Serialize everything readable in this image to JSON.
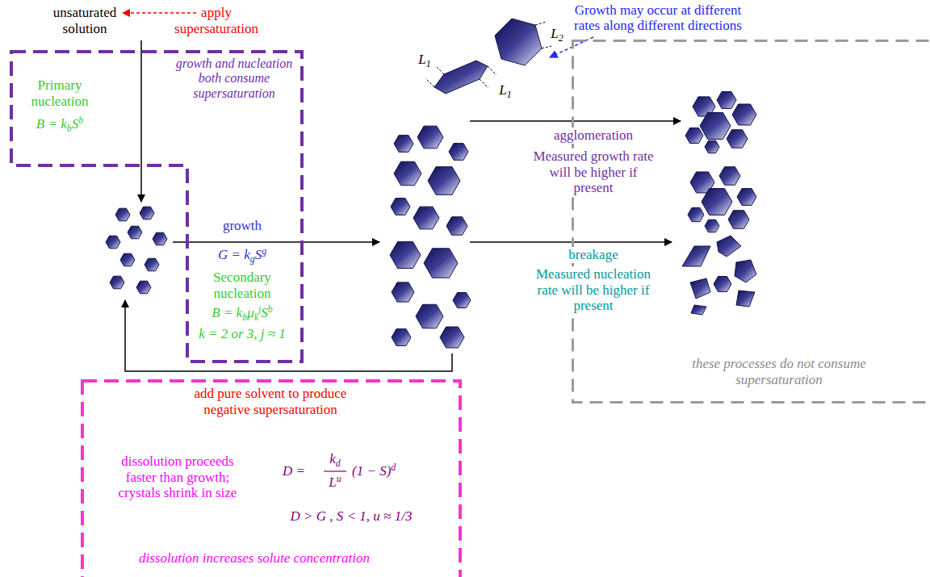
{
  "diagram": {
    "nodes": [
      {
        "text": [
          "Primary nucleation",
          "B = kbSb",
          "growth and nucleation both consume supersaturation",
          "growth",
          "G = kgSg",
          "Secondary nucleation",
          "B = kbμkjSb",
          "k = 2 or 3, j ≈ 1"
        ]
      },
      {
        "text": [
          "these processes do not consume supersaturation"
        ]
      },
      {
        "text": [
          "add pure solvent to produce negative supersaturation",
          "dissolution proceeds faster than growth; crystals shrink in size",
          "D =",
          "kd",
          "Lu",
          "(1 − S)d",
          "D > G , S < 1, u ≈ 1/3",
          "dissolution increases solute concentration"
        ]
      }
    ],
    "labels": [
      "unsaturated solution",
      "apply supersaturation",
      "Growth may occur at different rates along different directions",
      "L1",
      "L2",
      "L1",
      "agglomeration",
      "Measured growth rate will be higher if present",
      "breakage",
      "Measured nucleation rate will be higher if present"
    ]
  }
}
